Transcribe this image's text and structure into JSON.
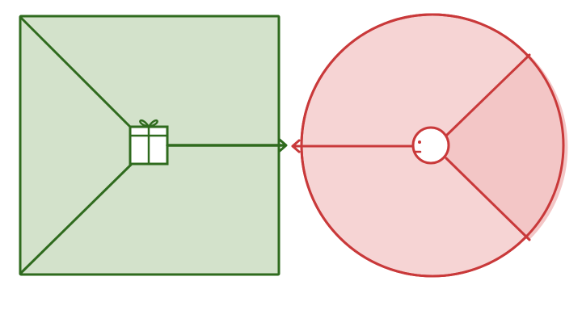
{
  "colors": {
    "square_fill": "#d3e2cb",
    "square_stroke": "#2f6b1e",
    "circle_fill": "#f6d4d4",
    "circle_wedge_fill": "#f3c6c6",
    "circle_stroke": "#c9393a",
    "background": "#ffffff"
  },
  "left_shape": {
    "kind": "square",
    "center_icon": "gift-box-icon"
  },
  "right_shape": {
    "kind": "circle",
    "center_icon": "face-icon"
  },
  "connector": {
    "direction": "bidirectional",
    "left_arrowhead_color": "square_stroke",
    "right_arrowhead_color": "circle_stroke"
  }
}
